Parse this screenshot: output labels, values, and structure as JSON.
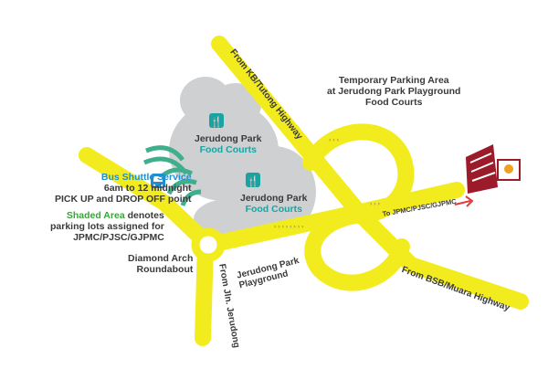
{
  "temporary_parking": {
    "line1": "Temporary Parking Area",
    "line2": "at Jerudong Park Playground",
    "line3": "Food Courts"
  },
  "food_court_1": {
    "line1": "Jerudong Park",
    "line2": "Food Courts"
  },
  "food_court_2": {
    "line1": "Jerudong Park",
    "line2": "Food Courts"
  },
  "bus_shuttle": {
    "title": "Bus Shuttle Service",
    "line2": "6am to 12 midnight",
    "line3": "PICK UP and DROP OFF point"
  },
  "shaded_area": {
    "highlight": "Shaded Area",
    "rest1": " denotes",
    "line2": "parking lots assigned for",
    "line3": "JPMC/PJSC/GJPMC"
  },
  "roundabout": {
    "line1": "Diamond Arch",
    "line2": "Roundabout"
  },
  "playground": {
    "line1": "Jerudong Park",
    "line2": "Playground"
  },
  "roads": {
    "kb_tutong": "From KB/Tutong Highway",
    "bsb_muara": "From BSB/Muara Highway",
    "jln_jerudong": "From Jln. Jerudong",
    "to_jpmc": "To JPMC/PJSC/GJPMC"
  },
  "colors": {
    "road": "#f2ec1f",
    "road_edge": "#d9d200",
    "grey_area": "#cfd0d2",
    "shaded_green": "#3fae8c",
    "teal": "#1aa3a3",
    "arrow": "#e23a3a",
    "building": "#9b1b2a"
  },
  "icons": [
    "fork-knife-icon",
    "bus-icon",
    "building-icon",
    "red-arrow-icon"
  ]
}
